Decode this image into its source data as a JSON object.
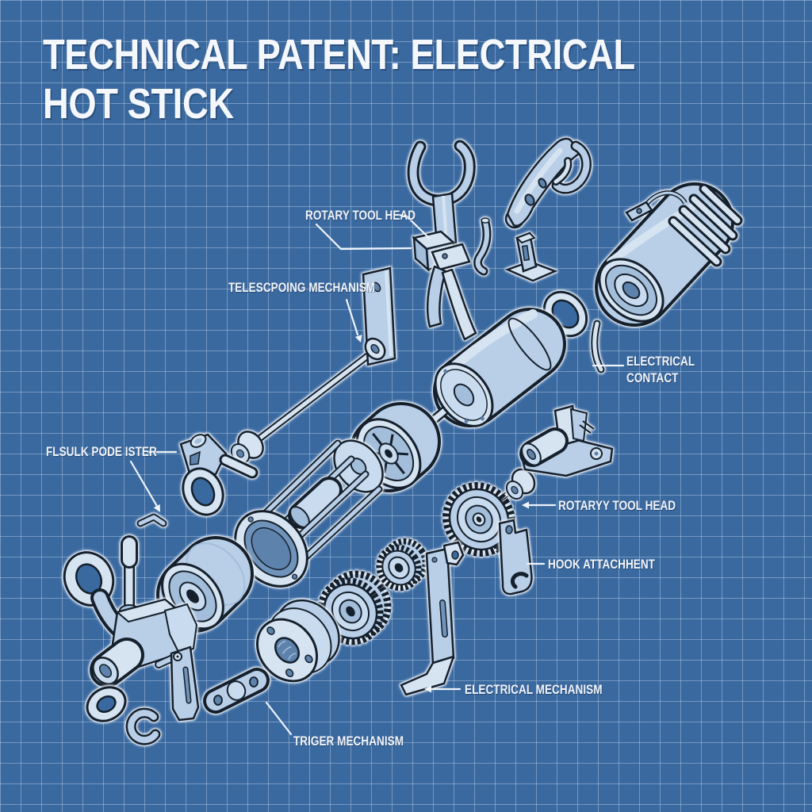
{
  "title": "TECHNICAL PATENT: ELECTRICAL HOT STICK",
  "labels": [
    {
      "id": "rotary-tool-head-top",
      "text": "ROTARY TOOL HEAD"
    },
    {
      "id": "telescoping-mechanism",
      "text": "TELESCPOING MECHANISM"
    },
    {
      "id": "electrical-contact",
      "text": "ELECTRICAL\nCONTACT"
    },
    {
      "id": "pole-fastener",
      "text": "FLSULK PODE ISTER"
    },
    {
      "id": "rotary-tool-head-mid",
      "text": "ROTARYY TOOL HEAD"
    },
    {
      "id": "hook-attachment",
      "text": "HOOK ATTACHHENT"
    },
    {
      "id": "electrical-mechanism",
      "text": "ELECTRICAL MECHANISM"
    },
    {
      "id": "trigger-mechanism",
      "text": "TRIGER MECHANISM"
    }
  ],
  "parts": [
    "rotary-fork-head",
    "plier-grip",
    "clamp-lever",
    "bent-pin-upper",
    "slide-bracket",
    "motor-housing",
    "washer-ring",
    "contact-rod",
    "main-cylinder",
    "bearing-wheel",
    "telescoping-shaft",
    "cage-cylinder",
    "shackle-clamp",
    "bent-pin-lower",
    "drive-gear",
    "gear-hub",
    "hook-plate",
    "clevis-bracket",
    "roller-drum",
    "spur-gear",
    "flange-disc",
    "pinion-gear",
    "lever-arm",
    "valve-body",
    "washer-small",
    "c-hook",
    "link-plate"
  ],
  "colors": {
    "background": "#3a69a0",
    "grid_line": "#7fa3c9",
    "part_fill": "#b9cfe7",
    "part_highlight": "#d6e4f2",
    "part_shade": "#a3bedb",
    "part_outline": "#15202c",
    "halo": "#f2f7fc",
    "label_text": "#f0f4f9"
  }
}
